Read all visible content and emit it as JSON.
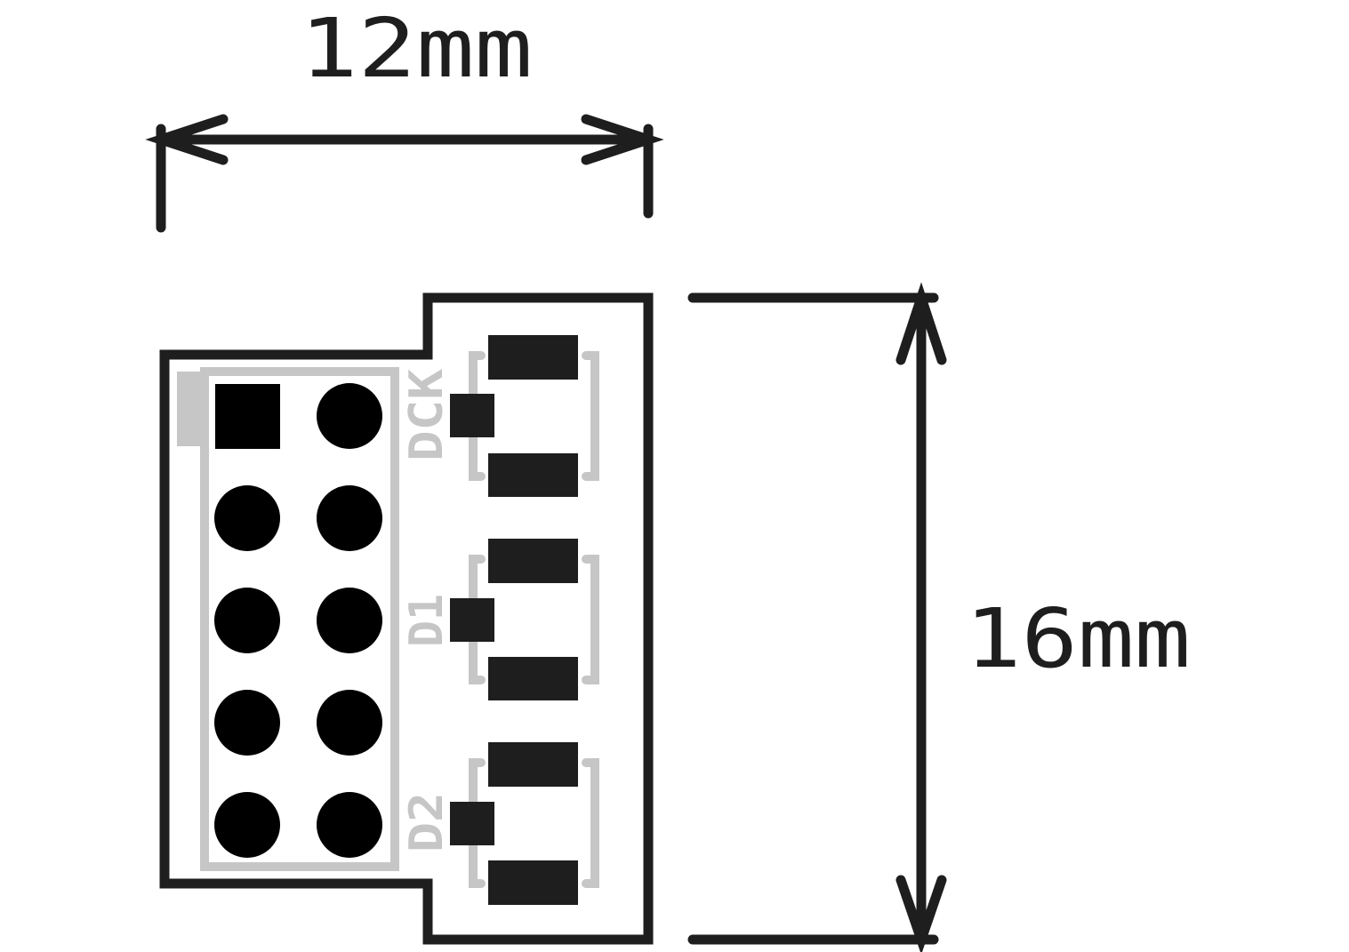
{
  "dimensions": {
    "width_label": "12mm",
    "height_label": "16mm"
  },
  "header": {
    "pin_count": 10,
    "pin1_pad_shape": "square",
    "other_pad_shape": "round"
  },
  "components": [
    {
      "ref": "DCK"
    },
    {
      "ref": "D1"
    },
    {
      "ref": "D2"
    }
  ],
  "colors": {
    "outline": "#1e1e1e",
    "pad": "#000000",
    "smd_pad": "#1e1e1e",
    "silkscreen": "#c6c6c6",
    "background": "#ffffff"
  }
}
